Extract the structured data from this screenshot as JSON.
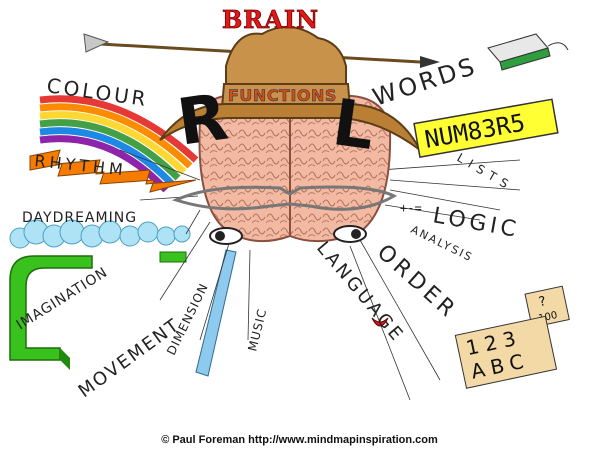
{
  "title": "BRAIN",
  "hat_band": "FUNCTIONS",
  "hemisphere_left": "R",
  "hemisphere_right": "L",
  "right_brain_labels": {
    "colour": "COLOUR",
    "rhythm": "RHYTHM",
    "daydreaming": "DAYDREAMING",
    "imagination": "IMAGINATION",
    "movement": "MOVEMENT",
    "dimension": "DIMENSION",
    "music": "MUSIC"
  },
  "left_brain_labels": {
    "words": "WORDS",
    "numbers": "NUM83R5",
    "lists": "LISTS",
    "logic": "LOGIC",
    "logic_symbols": "+-=",
    "analysis": "ANALYSIS",
    "order": "ORDER",
    "language": "LANGUAGE"
  },
  "order_cards": {
    "card1_top": "?",
    "card1_bottom": "100",
    "card2_top": "123",
    "card2_bottom": "ABC"
  },
  "copyright": "© Paul Foreman http://www.mindmapinspiration.com",
  "colors": {
    "brain": "#f2b9a3",
    "hat": "#c9924a",
    "numbers_bg": "#ffff33",
    "rainbow": [
      "#e53935",
      "#fb8c00",
      "#fdd835",
      "#43a047",
      "#1e88e5",
      "#8e24aa"
    ],
    "rhythm": "#f57c00",
    "clouds": "#aee3f5",
    "green_shape": "#39c21d",
    "dimension_block": "#8ec9ee"
  },
  "icons": [
    "arrow-icon",
    "book-icon",
    "glasses-icon",
    "eye-icon",
    "mouth-icon",
    "rainbow-icon",
    "lightning-icon",
    "cloud-icon",
    "arch-icon"
  ]
}
